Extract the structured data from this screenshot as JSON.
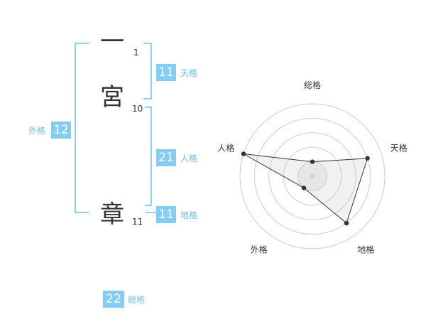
{
  "name": {
    "chars": [
      {
        "char": "一",
        "strokes": "1"
      },
      {
        "char": "宮",
        "strokes": "10"
      },
      {
        "char": "章",
        "strokes": "11"
      }
    ]
  },
  "fortune": {
    "tenkaku": {
      "value": "11",
      "label": "天格"
    },
    "jinkaku": {
      "value": "21",
      "label": "人格"
    },
    "chikaku": {
      "value": "11",
      "label": "地格"
    },
    "gaikaku": {
      "value": "12",
      "label": "外格"
    },
    "soukaku": {
      "value": "22",
      "label": "総格"
    }
  },
  "colors": {
    "accent": "#84ccf2",
    "bracket": "#8fd0f2",
    "label": "#6ec0ea",
    "text": "#333333"
  },
  "chart_data": {
    "type": "radar",
    "axes": [
      "総格",
      "天格",
      "地格",
      "外格",
      "人格"
    ],
    "values": [
      1,
      4,
      4,
      1,
      5
    ],
    "max": 5,
    "rings": 5
  }
}
